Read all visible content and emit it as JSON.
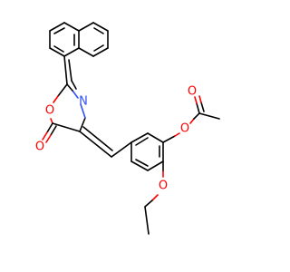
{
  "molecule": {
    "atom_labels": {
      "ring_oxygen": "O",
      "carbonyl_oxygen": "O",
      "ring_nitrogen": "N",
      "ester_oxygen": "O",
      "acetyl_oxygen": "O",
      "ethoxy_oxygen": "O"
    },
    "colors": {
      "bond": "#000000",
      "oxygen": "#ff0000",
      "nitrogen": "#3050f8",
      "background": "#ffffff"
    }
  }
}
